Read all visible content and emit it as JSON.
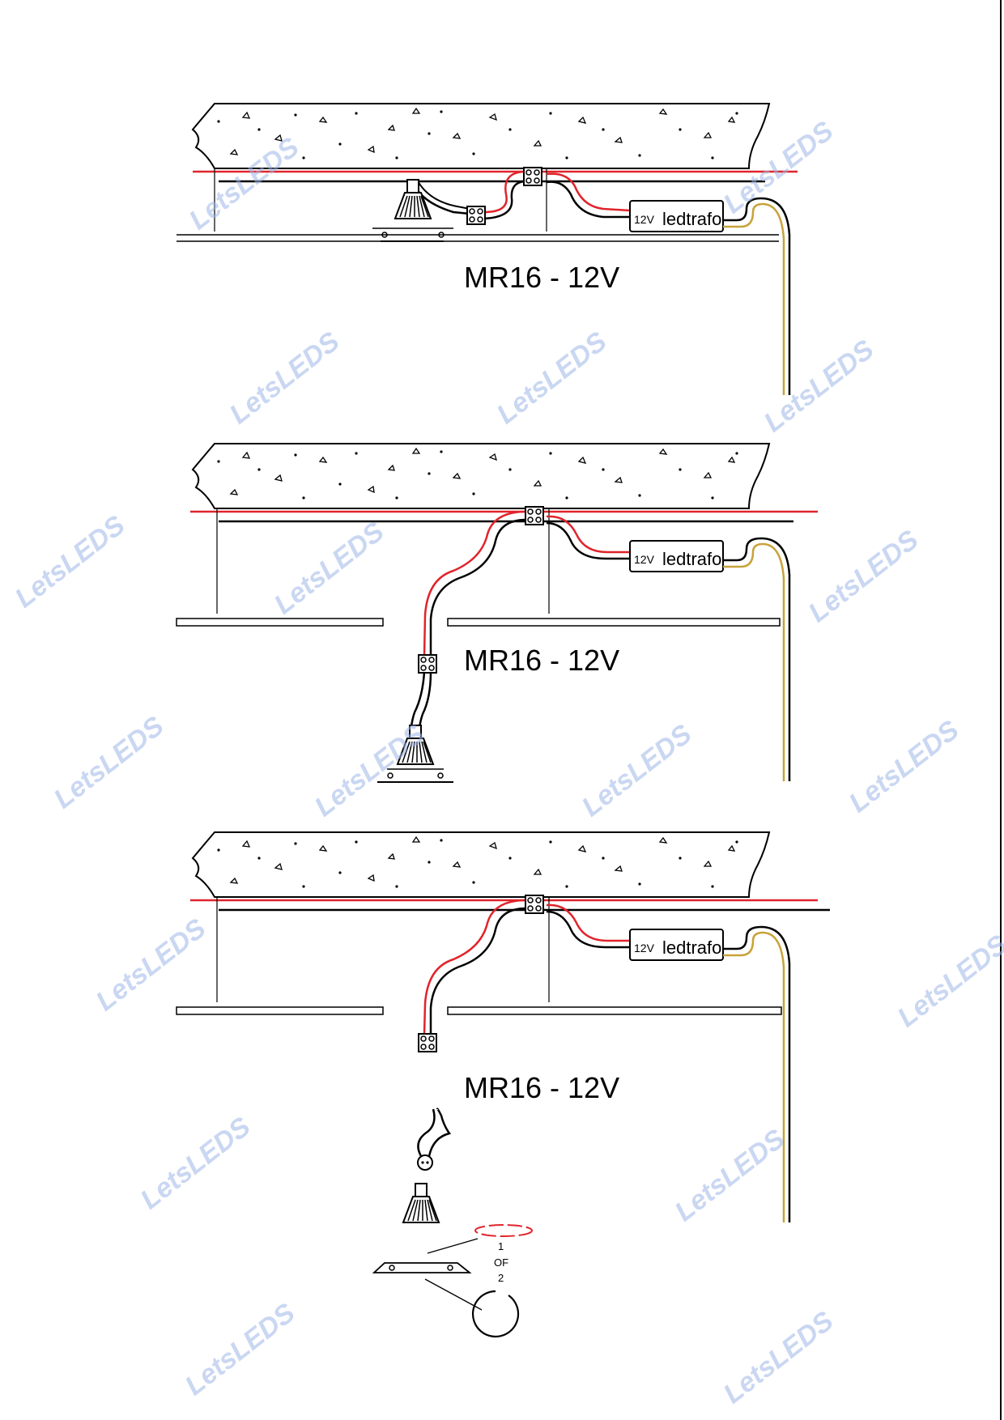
{
  "diagrams": [
    {
      "id": "step1",
      "label": "MR16  -  12V",
      "trafo_voltage": "12V",
      "trafo_name": "ledtrafo"
    },
    {
      "id": "step2",
      "label": "MR16  -  12V",
      "trafo_voltage": "12V",
      "trafo_name": "ledtrafo"
    },
    {
      "id": "step3",
      "label": "MR16  -  12V",
      "trafo_voltage": "12V",
      "trafo_name": "ledtrafo",
      "clip_note": {
        "line1": "1",
        "line2": "OF",
        "line3": "2"
      }
    }
  ],
  "watermark": "LetsLEDS",
  "colors": {
    "live_wire": "#e0242b",
    "neutral_wire": "#111111",
    "supply_wire": "#c8a23a",
    "watermark": "#9fb8e8"
  }
}
